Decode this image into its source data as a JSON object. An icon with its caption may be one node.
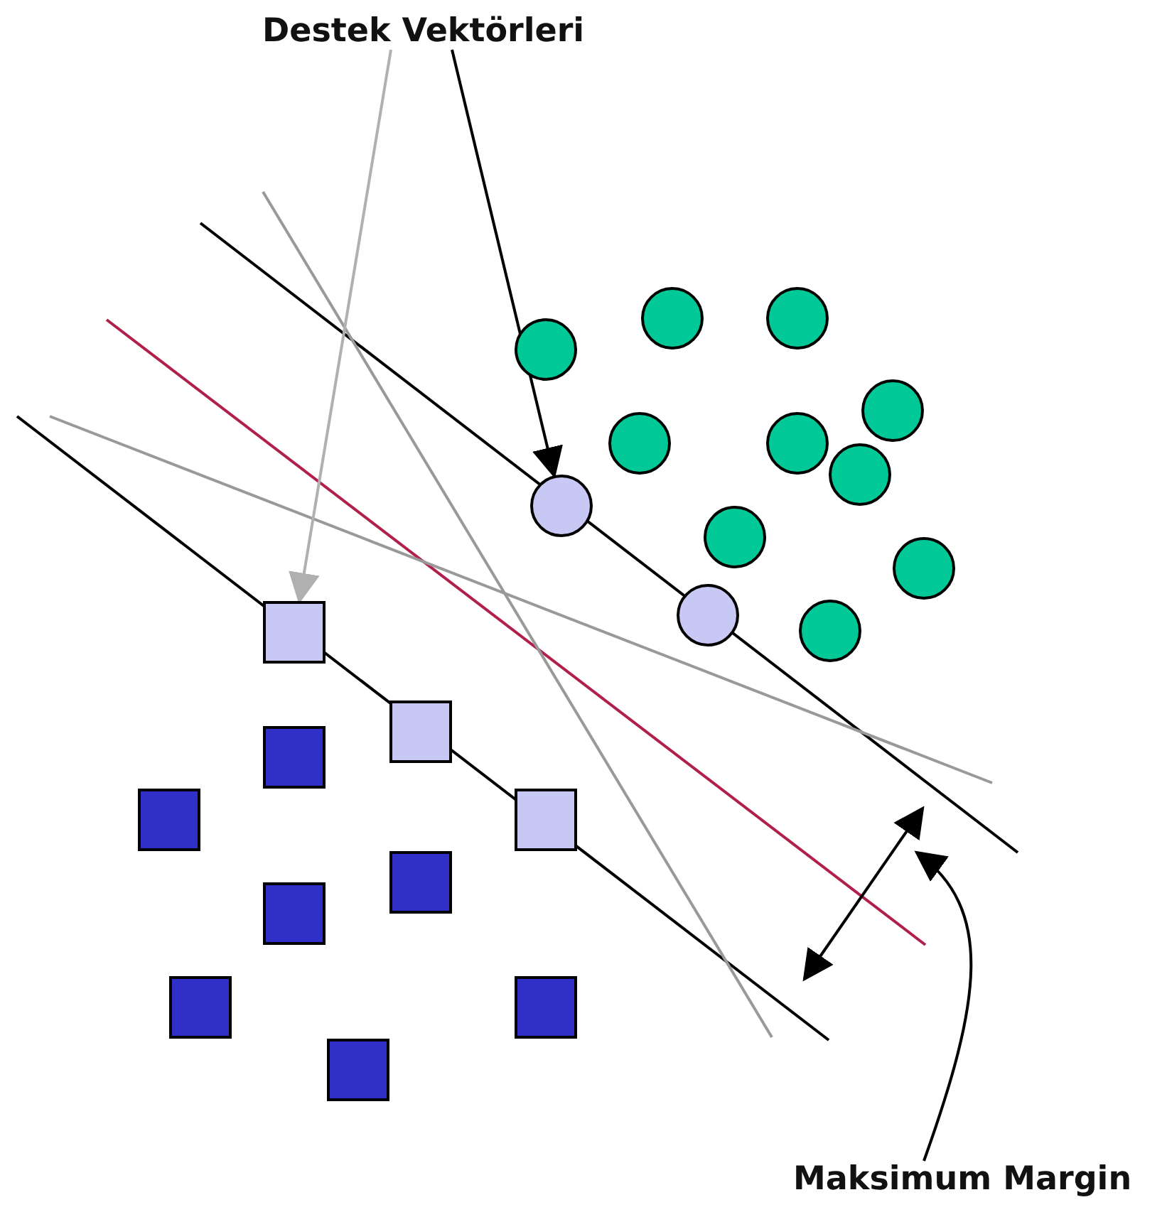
{
  "diagram": {
    "nodes": [
      {
        "text": [
          "Destek Vektörleri"
        ]
      },
      {
        "text": [
          "Maksimum Margin"
        ]
      },
      {
        "text": [],
        "shape": "circle"
      },
      {
        "text": [],
        "shape": "circle"
      },
      {
        "text": [],
        "shape": "circle"
      },
      {
        "text": [],
        "shape": "circle"
      },
      {
        "text": [],
        "shape": "circle"
      },
      {
        "text": [],
        "shape": "circle"
      },
      {
        "text": [],
        "shape": "circle"
      },
      {
        "text": [],
        "shape": "circle"
      },
      {
        "text": [],
        "shape": "circle"
      },
      {
        "text": [],
        "shape": "circle"
      },
      {
        "text": [],
        "shape": "circle"
      },
      {
        "text": [],
        "shape": "circle"
      },
      {
        "text": [],
        "shape": "box"
      },
      {
        "text": [],
        "shape": "box"
      },
      {
        "text": [],
        "shape": "box"
      },
      {
        "text": [],
        "shape": "box"
      },
      {
        "text": [],
        "shape": "box"
      },
      {
        "text": [],
        "shape": "box"
      },
      {
        "text": [],
        "shape": "box"
      },
      {
        "text": [],
        "shape": "box"
      },
      {
        "text": [],
        "shape": "box"
      },
      {
        "text": [],
        "shape": "box"
      }
    ],
    "edges": [
      {
        "from": 0,
        "to": 6,
        "arrow": "to"
      },
      {
        "from": 0,
        "to": 14,
        "arrow": "to",
        "color": "#b0b0b0"
      },
      {
        "from": 1,
        "to": null,
        "arrow": "to"
      }
    ]
  }
}
